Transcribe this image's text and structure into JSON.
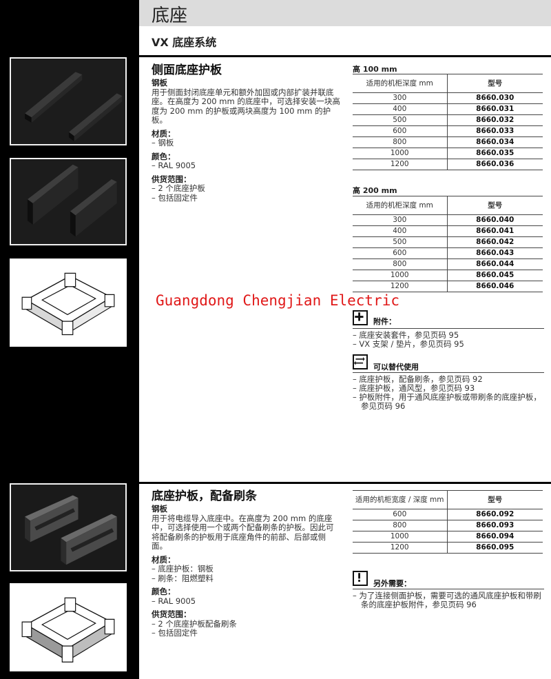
{
  "header": {
    "title": "底座",
    "subtitle": "VX 底座系统"
  },
  "product1": {
    "title": "侧面底座护板",
    "material_heading": "钢板",
    "description": "用于侧面封闭底座单元和额外加固或内部扩装并联底座。在高度为 200 mm 的底座中，可选择安装一块高度为 200 mm 的护板或两块高度为 100 mm 的护板。",
    "material_label": "材质：",
    "material_items": [
      "– 钢板"
    ],
    "color_label": "颜色：",
    "color_items": [
      "– RAL 9005"
    ],
    "supply_label": "供货范围：",
    "supply_items": [
      "– 2 个底座护板",
      "– 包括固定件"
    ]
  },
  "table1": {
    "label": "高 100 mm",
    "col1": "适用的机柜深度 mm",
    "col2": "型号",
    "rows": [
      [
        "300",
        "8660.030"
      ],
      [
        "400",
        "8660.031"
      ],
      [
        "500",
        "8660.032"
      ],
      [
        "600",
        "8660.033"
      ],
      [
        "800",
        "8660.034"
      ],
      [
        "1000",
        "8660.035"
      ],
      [
        "1200",
        "8660.036"
      ]
    ]
  },
  "table2": {
    "label": "高 200 mm",
    "col1": "适用的机柜深度 mm",
    "col2": "型号",
    "rows": [
      [
        "300",
        "8660.040"
      ],
      [
        "400",
        "8660.041"
      ],
      [
        "500",
        "8660.042"
      ],
      [
        "600",
        "8660.043"
      ],
      [
        "800",
        "8660.044"
      ],
      [
        "1000",
        "8660.045"
      ],
      [
        "1200",
        "8660.046"
      ]
    ]
  },
  "accessories": {
    "icon": "plus-icon",
    "label": "附件：",
    "items": [
      "– 底座安装套件，参见页码 95",
      "– VX 支架 / 垫片，参见页码 95"
    ]
  },
  "alternatives": {
    "icon": "swap-arrows-icon",
    "label": "可以替代使用",
    "items": [
      "– 底座护板，配备刷条，参见页码 92",
      "– 底座护板，通风型，参见页码 93",
      "– 护板附件，用于通风底座护板或带刷条的底座护板，参见页码 96"
    ]
  },
  "watermark": "Guangdong Chengjian Electric",
  "product2": {
    "title": "底座护板，配备刷条",
    "material_heading": "钢板",
    "description": "用于将电缆导入底座中。在高度为 200 mm 的底座中，可选择使用一个或两个配备刷条的护板。因此可将配备刷条的护板用于底座角件的前部、后部或侧面。",
    "material_label": "材质：",
    "material_items": [
      "– 底座护板：钢板",
      "– 刷条：阻燃塑料"
    ],
    "color_label": "颜色：",
    "color_items": [
      "– RAL 9005"
    ],
    "supply_label": "供货范围：",
    "supply_items": [
      "– 2 个底座护板配备刷条",
      "– 包括固定件"
    ]
  },
  "table3": {
    "col1": "适用的机柜宽度 / 深度 mm",
    "col2": "型号",
    "rows": [
      [
        "600",
        "8660.092"
      ],
      [
        "800",
        "8660.093"
      ],
      [
        "1000",
        "8660.094"
      ],
      [
        "1200",
        "8660.095"
      ]
    ]
  },
  "required": {
    "icon": "exclamation-icon",
    "label": "另外需要：",
    "items": [
      "– 为了连接侧面护板，需要可选的通风底座护板和带刷条的底座护板附件，参见页码 96"
    ]
  },
  "images": [
    {
      "name": "side-panel-100-photo",
      "icon": "plinth-panel-photo"
    },
    {
      "name": "side-panel-200-photo",
      "icon": "plinth-panel-photo"
    },
    {
      "name": "plinth-frame-diagram",
      "icon": "plinth-frame-drawing"
    },
    {
      "name": "brush-panel-photo",
      "icon": "plinth-panel-photo"
    },
    {
      "name": "brush-frame-diagram",
      "icon": "plinth-frame-drawing"
    }
  ]
}
